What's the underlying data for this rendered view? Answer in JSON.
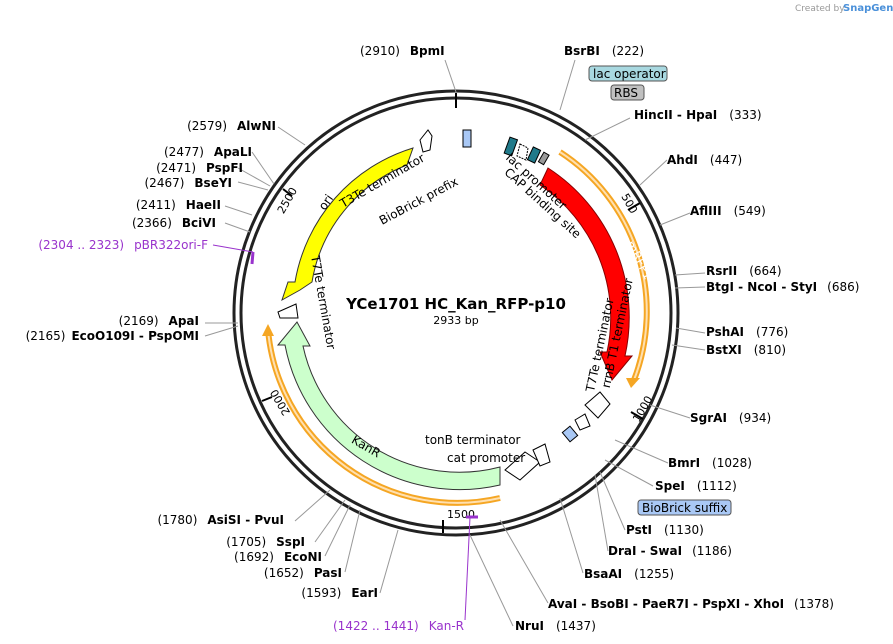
{
  "branding": {
    "created_by": "Created by",
    "product": "SnapGene"
  },
  "plasmid": {
    "name": "YCe1701 HC_Kan_RFP-p10",
    "length": "2933 bp"
  },
  "ticks": [
    "500",
    "1000",
    "1500",
    "2000",
    "2500"
  ],
  "sites": [
    {
      "pos": "(2910)",
      "name": "BpmI"
    },
    {
      "pos": "(222)",
      "name": "BsrBI"
    },
    {
      "pos": "(333)",
      "name": "HincII  -  HpaI"
    },
    {
      "pos": "(447)",
      "name": "AhdI"
    },
    {
      "pos": "(549)",
      "name": "AflIII"
    },
    {
      "pos": "(664)",
      "name": "RsrII"
    },
    {
      "pos": "(686)",
      "name": "BtgI  -  NcoI  -  StyI"
    },
    {
      "pos": "(776)",
      "name": "PshAI"
    },
    {
      "pos": "(810)",
      "name": "BstXI"
    },
    {
      "pos": "(934)",
      "name": "SgrAI"
    },
    {
      "pos": "(1028)",
      "name": "BmrI"
    },
    {
      "pos": "(1112)",
      "name": "SpeI"
    },
    {
      "pos": "(1130)",
      "name": "PstI"
    },
    {
      "pos": "(1186)",
      "name": "DraI  -  SwaI"
    },
    {
      "pos": "(1255)",
      "name": "BsaAI"
    },
    {
      "pos": "(1378)",
      "name": "AvaI  -  BsoBI  -  PaeR7I  -  PspXI  -  XhoI"
    },
    {
      "pos": "(1437)",
      "name": "NruI"
    },
    {
      "pos": "(1593)",
      "name": "EarI"
    },
    {
      "pos": "(1652)",
      "name": "PasI"
    },
    {
      "pos": "(1692)",
      "name": "EcoNI"
    },
    {
      "pos": "(1705)",
      "name": "SspI"
    },
    {
      "pos": "(1780)",
      "name": "AsiSI  -  PvuI"
    },
    {
      "pos": "(2169)",
      "name": "ApaI"
    },
    {
      "pos": "(2165)",
      "name": "EcoO109I  -  PspOMI"
    },
    {
      "pos": "(2366)",
      "name": "BciVI"
    },
    {
      "pos": "(2411)",
      "name": "HaeII"
    },
    {
      "pos": "(2467)",
      "name": "BseYI"
    },
    {
      "pos": "(2471)",
      "name": "PspFI"
    },
    {
      "pos": "(2477)",
      "name": "ApaLI"
    },
    {
      "pos": "(2579)",
      "name": "AlwNI"
    }
  ],
  "primers": [
    {
      "pos": "(2304 .. 2323)",
      "name": "pBR322ori-F"
    },
    {
      "pos": "(1422 .. 1441)",
      "name": "Kan-R"
    }
  ],
  "boxed_features": [
    "lac operator",
    "RBS",
    "BioBrick suffix"
  ],
  "features": {
    "lac_promoter": "lac promoter",
    "cap_site": "CAP binding site",
    "mrfp1": "mRFP1",
    "rrnb": "rrnB T1 terminator",
    "t7te_right": "T7Te terminator",
    "tonb": "tonB terminator",
    "cat": "cat promoter",
    "kanr": "KanR",
    "t7te_left": "T7Te terminator",
    "ori": "ori",
    "t3te": "T3Te terminator",
    "biobrick_prefix": "BioBrick prefix"
  },
  "colors": {
    "mrfp1": "#ff0000",
    "kanr": "#ccffcc",
    "ori": "#ffff00",
    "orange": "#f5a623",
    "primer": "#9933cc",
    "lac_operator_box": "#a8d8e0",
    "rbs_box": "#c0c0c0",
    "suffix_box": "#a9c8f5"
  }
}
